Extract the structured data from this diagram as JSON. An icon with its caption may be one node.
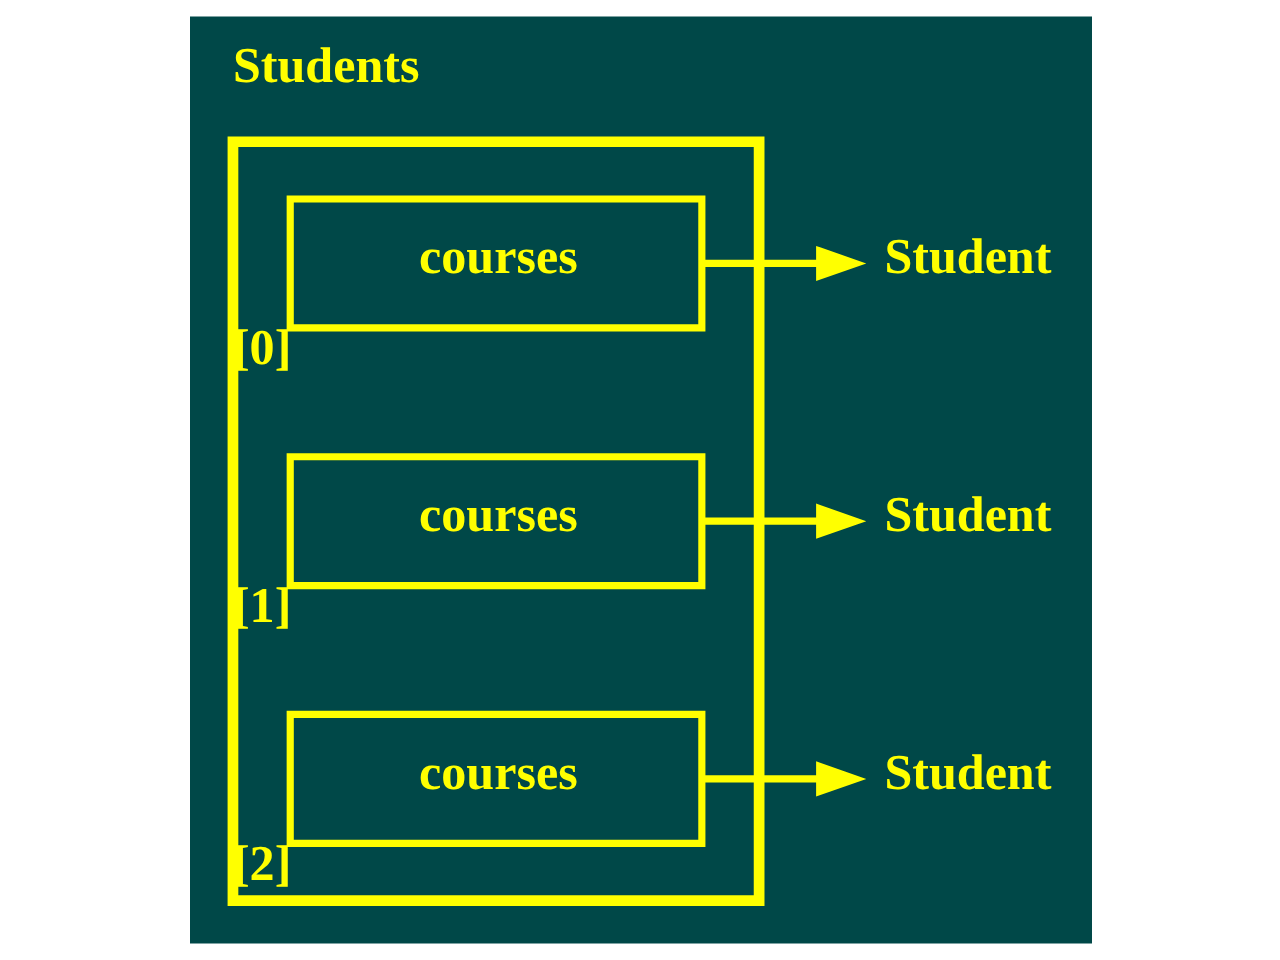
{
  "diagram": {
    "title": "Students",
    "nodes": [
      {
        "text": [],
        "shape": "box"
      },
      {
        "text": [
          "courses"
        ],
        "in": 0,
        "beside": [
          "[0]"
        ]
      },
      {
        "text": [
          "Student"
        ]
      },
      {
        "text": [
          "courses"
        ],
        "in": 0,
        "beside": [
          "[1]"
        ]
      },
      {
        "text": [
          "Student"
        ]
      },
      {
        "text": [
          "courses"
        ],
        "in": 0,
        "beside": [
          "[2]"
        ]
      },
      {
        "text": [
          "Student"
        ]
      }
    ],
    "edges": [
      {
        "from": 1,
        "to": 2,
        "arrow": "to"
      },
      {
        "from": 3,
        "to": 4,
        "arrow": "to"
      },
      {
        "from": 5,
        "to": 6,
        "arrow": "to"
      }
    ]
  }
}
